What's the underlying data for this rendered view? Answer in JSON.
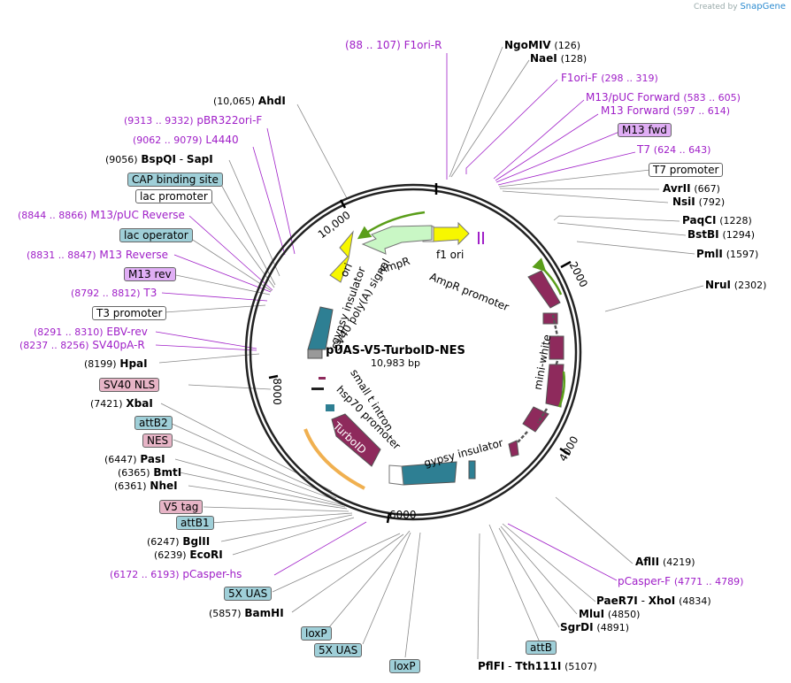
{
  "credit": {
    "prefix": "Created by",
    "brand": "SnapGene"
  },
  "plasmid": {
    "name": "pUAS-V5-TurboID-NES",
    "length": "10,983 bp"
  },
  "ruler": [
    "10,000",
    "2000",
    "4000",
    "6000",
    "8000"
  ],
  "inner_labels": [
    "f1 ori",
    "AmpR promoter",
    "AmpR",
    "ori",
    "gypsy insulator",
    "SV40 poly(A) signal",
    "mini-white",
    "gypsy insulator",
    "small t intron",
    "hsp70 promoter",
    "TurboID"
  ],
  "labels": [
    {
      "pre": "(88 .. 107)",
      "name": "F1ori-R",
      "purple": true
    },
    {
      "name": "NgoMIV",
      "post": "(126)"
    },
    {
      "name": "NaeI",
      "post": "(128)"
    },
    {
      "name": "F1ori-F",
      "post": "(298 .. 319)",
      "purple": true
    },
    {
      "name": "M13/pUC Forward",
      "post": "(583 .. 605)",
      "purple": true
    },
    {
      "name": "M13 Forward",
      "post": "(597 .. 614)",
      "purple": true
    },
    {
      "name": "M13 fwd",
      "box": "violet"
    },
    {
      "name": "T7",
      "post": "(624 .. 643)",
      "purple": true
    },
    {
      "name": "T7 promoter",
      "box": "white"
    },
    {
      "name": "AvrII",
      "post": "(667)"
    },
    {
      "name": "NsiI",
      "post": "(792)"
    },
    {
      "name": "PaqCI",
      "post": "(1228)"
    },
    {
      "name": "BstBI",
      "post": "(1294)"
    },
    {
      "name": "PmlI",
      "post": "(1597)"
    },
    {
      "name": "NruI",
      "post": "(2302)"
    },
    {
      "name": "AflII",
      "post": "(4219)"
    },
    {
      "name": "pCasper-F",
      "post": "(4771 .. 4789)",
      "purple": true
    },
    {
      "name": "PaeR7I",
      "name2": "XhoI",
      "post": "(4834)"
    },
    {
      "name": "MluI",
      "post": "(4850)"
    },
    {
      "name": "SgrDI",
      "post": "(4891)"
    },
    {
      "name": "attB",
      "box": "blue"
    },
    {
      "name": "PflFI",
      "name2": "Tth111I",
      "post": "(5107)"
    },
    {
      "name": "loxP",
      "box": "blue"
    },
    {
      "name": "5X UAS",
      "box": "blue"
    },
    {
      "name": "loxP",
      "box": "blue"
    },
    {
      "pre": "(5857)",
      "name": "BamHI"
    },
    {
      "name": "5X UAS",
      "box": "blue"
    },
    {
      "pre": "(6172 .. 6193)",
      "name": "pCasper-hs",
      "purple": true
    },
    {
      "pre": "(6239)",
      "name": "EcoRI"
    },
    {
      "pre": "(6247)",
      "name": "BglII"
    },
    {
      "name": "attB1",
      "box": "blue"
    },
    {
      "name": "V5 tag",
      "box": "pink"
    },
    {
      "pre": "(6361)",
      "name": "NheI"
    },
    {
      "pre": "(6365)",
      "name": "BmtI"
    },
    {
      "pre": "(6447)",
      "name": "PasI"
    },
    {
      "name": "NES",
      "box": "pink"
    },
    {
      "name": "attB2",
      "box": "blue"
    },
    {
      "pre": "(7421)",
      "name": "XbaI"
    },
    {
      "name": "SV40 NLS",
      "box": "pink"
    },
    {
      "pre": "(8199)",
      "name": "HpaI"
    },
    {
      "pre": "(8237 .. 8256)",
      "name": "SV40pA-R",
      "purple": true
    },
    {
      "pre": "(8291 .. 8310)",
      "name": "EBV-rev",
      "purple": true
    },
    {
      "name": "T3 promoter",
      "box": "white"
    },
    {
      "pre": "(8792 .. 8812)",
      "name": "T3",
      "purple": true
    },
    {
      "name": "M13 rev",
      "box": "violet"
    },
    {
      "pre": "(8831 .. 8847)",
      "name": "M13 Reverse",
      "purple": true
    },
    {
      "name": "lac operator",
      "box": "blue"
    },
    {
      "pre": "(8844 .. 8866)",
      "name": "M13/pUC Reverse",
      "purple": true
    },
    {
      "name": "lac promoter",
      "box": "white"
    },
    {
      "name": "CAP binding site",
      "box": "blue"
    },
    {
      "pre": "(9056)",
      "name": "BspQI",
      "name2": "SapI"
    },
    {
      "pre": "(9062 .. 9079)",
      "name": "L4440",
      "purple": true
    },
    {
      "pre": "(9313 .. 9332)",
      "name": "pBR322ori-F",
      "purple": true
    },
    {
      "pre": "(10,065)",
      "name": "AhdI"
    }
  ],
  "colors": {
    "purple": "#a020c8",
    "teal": "#2e7f93",
    "maroon": "#8e2a5c",
    "yellow": "#f7f700",
    "lightgreen": "#c9f7c5",
    "green": "#5a9e1a",
    "orange": "#f0b050"
  }
}
